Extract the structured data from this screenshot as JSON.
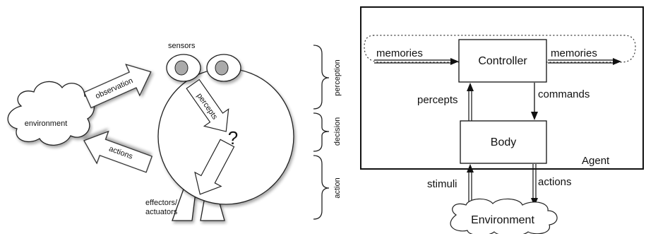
{
  "left_diagram": {
    "environment": "environment",
    "observation": "observation",
    "actions": "actions",
    "sensors": "sensors",
    "percepts": "percepts",
    "question_mark": "?",
    "effectors_line1": "effectors/",
    "effectors_line2": "actuators",
    "brace_labels": {
      "perception": "perception",
      "decision": "decision",
      "action": "action"
    }
  },
  "right_diagram": {
    "memories_in": "memories",
    "memories_out": "memories",
    "controller": "Controller",
    "percepts": "percepts",
    "commands": "commands",
    "body": "Body",
    "agent": "Agent",
    "stimuli": "stimuli",
    "actions": "actions",
    "environment": "Environment"
  }
}
